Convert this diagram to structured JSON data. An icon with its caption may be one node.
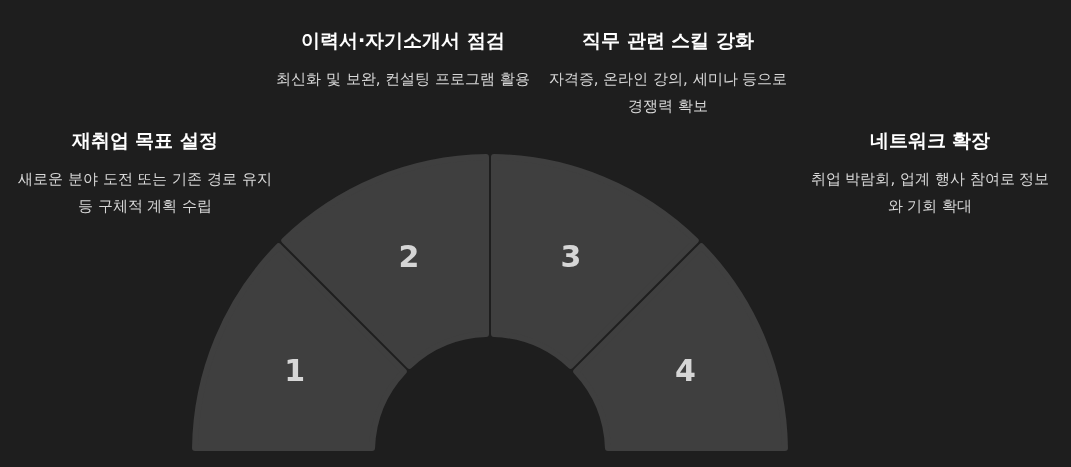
{
  "diagram": {
    "nodes": [
      {
        "text": [
          "1"
        ],
        "beside": [
          "재취업 목표 설정",
          "새로운 분야 도전 또는 기존 경로 유지 등 구체적 계획 수립"
        ]
      },
      {
        "text": [
          "2"
        ],
        "beside": [
          "이력서·자기소개서 점검",
          "최신화 및 보완, 컨설팅 프로그램 활용"
        ]
      },
      {
        "text": [
          "3"
        ],
        "beside": [
          "직무 관련 스킬 강화",
          "자격증, 온라인 강의, 세미나 등으로 경쟁력 확보"
        ]
      },
      {
        "text": [
          "4"
        ],
        "beside": [
          "네트워크 확장",
          "취업 박람회, 업계 행사 참여로 정보와 기회 확대"
        ]
      }
    ]
  }
}
